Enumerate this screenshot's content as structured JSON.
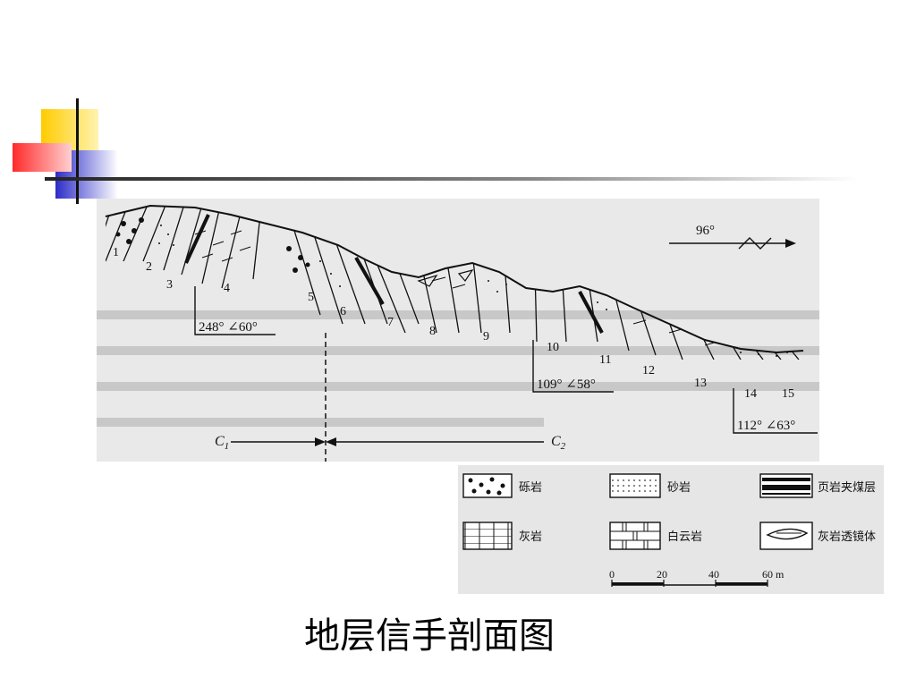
{
  "caption": "地层信手剖面图",
  "section": {
    "strike": "96°",
    "layer_numbers": [
      "1",
      "2",
      "3",
      "4",
      "5",
      "6",
      "7",
      "8",
      "9",
      "10",
      "11",
      "12",
      "13",
      "14",
      "15"
    ],
    "attitudes": [
      "248° ∠60°",
      "109° ∠58°",
      "112° ∠63°"
    ],
    "c1": "C",
    "c1_sub": "1",
    "c2": "C",
    "c2_sub": "2"
  },
  "legend": {
    "items": [
      "砾岩",
      "砂岩",
      "页岩夹煤层",
      "灰岩",
      "白云岩",
      "灰岩透镜体"
    ],
    "scale_ticks": [
      "0",
      "20",
      "40",
      "60 m"
    ]
  },
  "colors": {
    "accent_yellow": "#ffcc00",
    "accent_blue": "#3333cc",
    "accent_red": "#ff3333"
  }
}
